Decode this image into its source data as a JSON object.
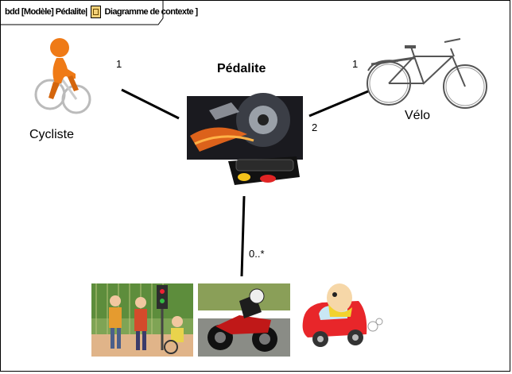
{
  "header": {
    "kind": "bdd",
    "model": "[Modèle]",
    "package": "Pédalite",
    "diagram": "Diagramme de contexte"
  },
  "system": {
    "name": "Pédalite"
  },
  "actors": {
    "cyclist": {
      "name": "Cycliste",
      "multiplicity": "1"
    },
    "bike": {
      "name": "Vélo",
      "multiplicity": "1"
    }
  },
  "associations": {
    "system_to_bike": "2",
    "system_to_road_users": "0..*"
  },
  "colors": {
    "line": "#000000",
    "cyclist_orange": "#ef7a16",
    "car_red": "#e8262a",
    "bike_stroke": "#555555"
  }
}
